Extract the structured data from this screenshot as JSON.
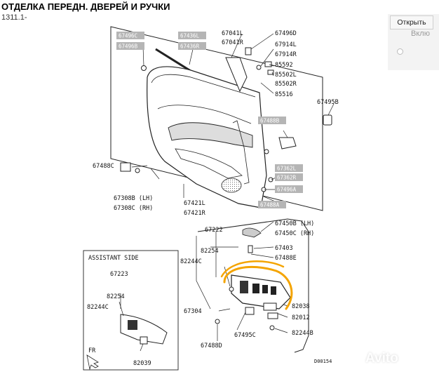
{
  "header": {
    "title": "ОТДЕЛКА ПЕРЕДН. ДВЕРЕЙ И РУЧКИ",
    "subtitle": "1311.1-"
  },
  "side_panel": {
    "open_button": "Открыть",
    "include_text": "Вклю"
  },
  "diagram": {
    "labels": {
      "p67041L": "67041L",
      "p67041R": "67041R",
      "p67496D": "67496D",
      "p67914L": "67914L",
      "p67914R": "67914R",
      "p85592": "85592",
      "p85502L": "85502L",
      "p85502R": "85502R",
      "p85516": "85516",
      "p67495B": "67495B",
      "p67488C_top": "67488C",
      "p67308B": "67308B (LH)",
      "p67308C": "67308C (RH)",
      "p67421L": "67421L",
      "p67421R": "67421R",
      "p67222": "67222",
      "p67450B": "67450B (LH)",
      "p67450C": "67450C (RH)",
      "p82254": "82254",
      "p67403": "67403",
      "p82244C": "82244C",
      "p67488E": "67488E",
      "p82038": "82038",
      "p67304": "67304",
      "p82012": "82012",
      "p67495C": "67495C",
      "p82244B": "82244B",
      "p67488D": "67488D",
      "code": "D00154"
    },
    "pill_labels": {
      "pl1": "67496C",
      "pl2": "67436L",
      "pl3": "67496B",
      "pl4": "67436R",
      "pl5": "67488B",
      "pl6": "67362L",
      "pl7": "67362R",
      "pl8": "67496A",
      "pl9": "67488A"
    },
    "assistant": {
      "title": "ASSISTANT SIDE",
      "p67223": "67223",
      "p82254": "82254",
      "p82244C": "82244C",
      "p82039": "82039",
      "fr": "FR"
    },
    "highlight_color": "#f4a400"
  },
  "watermark": "Avito"
}
